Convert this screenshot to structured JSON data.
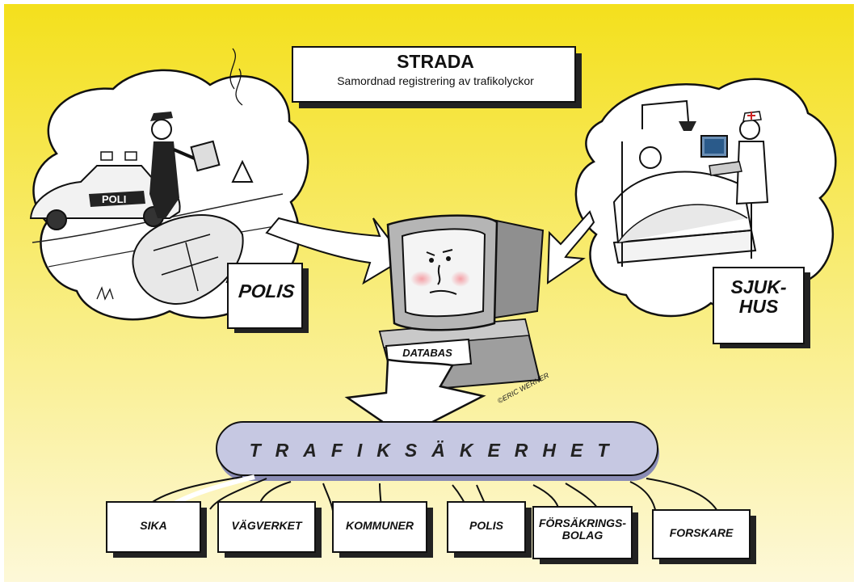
{
  "title": "STRADA",
  "subtitle": "Samordnad registrering av trafikolyckor",
  "sources": {
    "police": "POLIS",
    "hospital_line1": "SJUK-",
    "hospital_line2": "HUS"
  },
  "database_label": "DATABAS",
  "hub_label": "TRAFIKSÄKERHET",
  "recipients": [
    {
      "line1": "SIKA",
      "line2": ""
    },
    {
      "line1": "VÄGVERKET",
      "line2": ""
    },
    {
      "line1": "KOMMUNER",
      "line2": ""
    },
    {
      "line1": "POLIS",
      "line2": ""
    },
    {
      "line1": "FÖRSÄKRINGS-",
      "line2": "BOLAG"
    },
    {
      "line1": "FORSKARE",
      "line2": ""
    }
  ],
  "signature": "©ERIC WERNER",
  "colors": {
    "background_top": "#f4e32a",
    "background_bottom": "#fdf6cf",
    "hub_fill": "#c6c8e2",
    "monitor_gray": "#b8b8b8"
  }
}
